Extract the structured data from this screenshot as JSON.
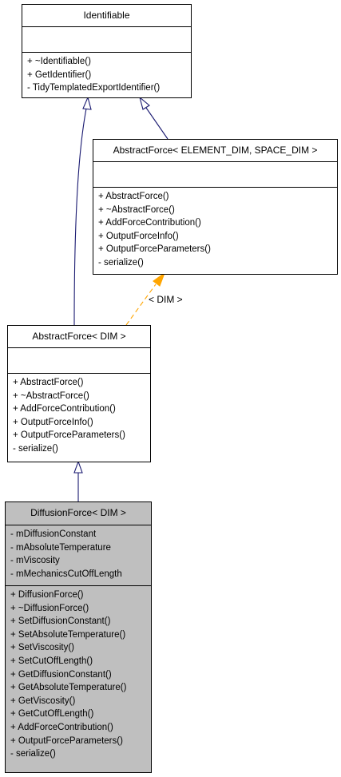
{
  "classes": {
    "identifiable": {
      "name": "Identifiable",
      "attributes": [],
      "methods": [
        "+ ~Identifiable()",
        "+ GetIdentifier()",
        "- TidyTemplatedExportIdentifier()"
      ]
    },
    "abstract_force_elem": {
      "name": "AbstractForce< ELEMENT_DIM, SPACE_DIM >",
      "attributes": [],
      "methods": [
        "+ AbstractForce()",
        "+ ~AbstractForce()",
        "+ AddForceContribution()",
        "+ OutputForceInfo()",
        "+ OutputForceParameters()",
        "- serialize()"
      ]
    },
    "abstract_force_dim": {
      "name": "AbstractForce< DIM >",
      "attributes": [],
      "methods": [
        "+ AbstractForce()",
        "+ ~AbstractForce()",
        "+ AddForceContribution()",
        "+ OutputForceInfo()",
        "+ OutputForceParameters()",
        "- serialize()"
      ]
    },
    "diffusion_force": {
      "name": "DiffusionForce< DIM >",
      "attributes": [
        "- mDiffusionConstant",
        "- mAbsoluteTemperature",
        "- mViscosity",
        "- mMechanicsCutOffLength"
      ],
      "methods": [
        "+ DiffusionForce()",
        "+ ~DiffusionForce()",
        "+ SetDiffusionConstant()",
        "+ SetAbsoluteTemperature()",
        "+ SetViscosity()",
        "+ SetCutOffLength()",
        "+ GetDiffusionConstant()",
        "+ GetAbsoluteTemperature()",
        "+ GetViscosity()",
        "+ GetCutOffLength()",
        "+ AddForceContribution()",
        "+ OutputForceParameters()",
        "- serialize()"
      ]
    }
  },
  "template_binding_label": "< DIM >",
  "colors": {
    "inheritance_edge": "#191970",
    "template_edge": "#ffa500",
    "focus_fill": "#bfbfbf"
  }
}
